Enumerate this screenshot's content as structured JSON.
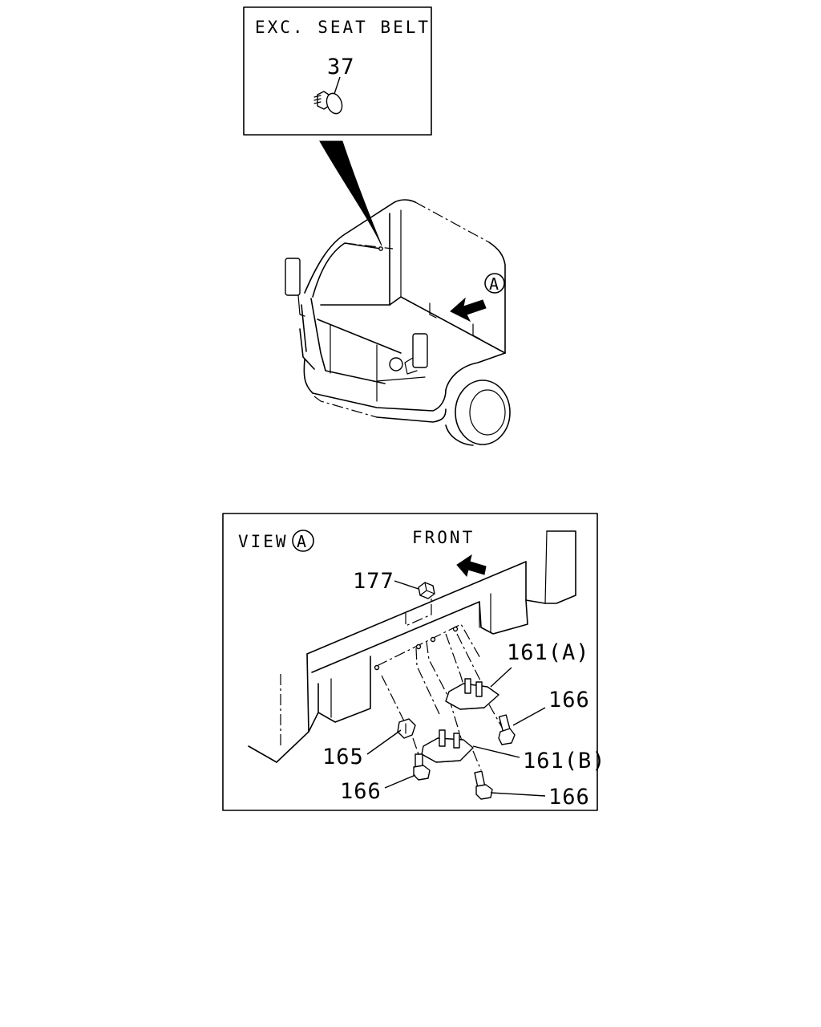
{
  "inset": {
    "title": "EXC. SEAT BELT",
    "part_number": "37"
  },
  "cab_view": {
    "view_marker": "A"
  },
  "detail": {
    "view_label": "VIEW",
    "view_marker": "A",
    "direction_label": "FRONT",
    "callouts": [
      {
        "id": "177",
        "text": "177"
      },
      {
        "id": "161a",
        "text": "161(A)"
      },
      {
        "id": "166-top",
        "text": "166"
      },
      {
        "id": "165",
        "text": "165"
      },
      {
        "id": "161b",
        "text": "161(B)"
      },
      {
        "id": "166-left",
        "text": "166"
      },
      {
        "id": "166-bottom",
        "text": "166"
      }
    ]
  }
}
